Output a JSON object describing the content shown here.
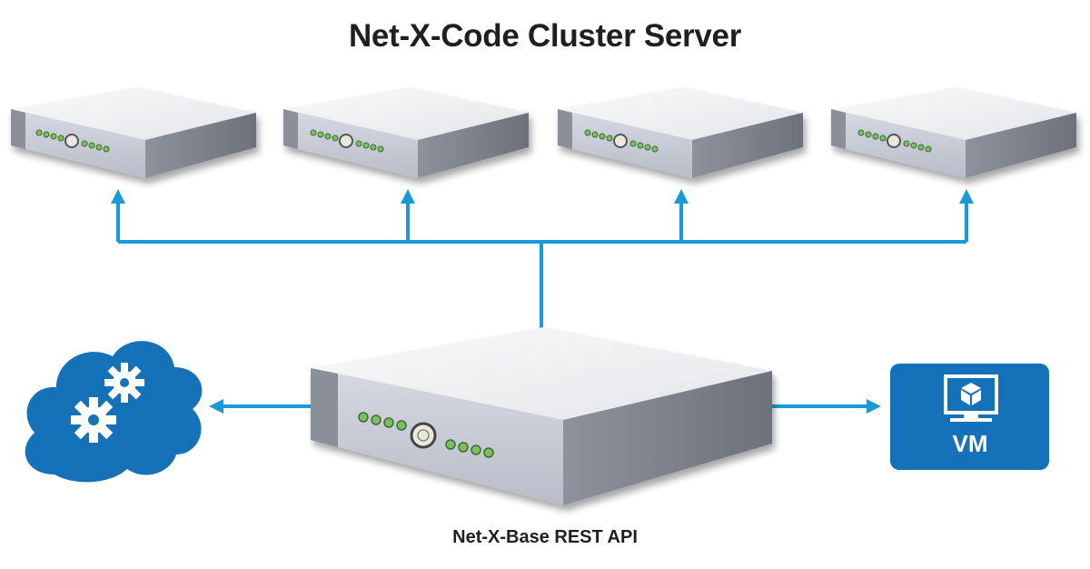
{
  "title": "Net-X-Code Cluster Server",
  "caption": "Net-X-Base REST API",
  "vm": {
    "label": "VM",
    "icon": "monitor-cube-icon"
  },
  "cloud": {
    "icon": "cloud-gears-icon"
  },
  "colors": {
    "connector": "#1a9ad6",
    "vm_tile": "#1672b8",
    "cloud": "#1672b8",
    "led": "#7bbf62",
    "server_front": "#c9ccd6",
    "server_top": "#f2f2f4"
  }
}
